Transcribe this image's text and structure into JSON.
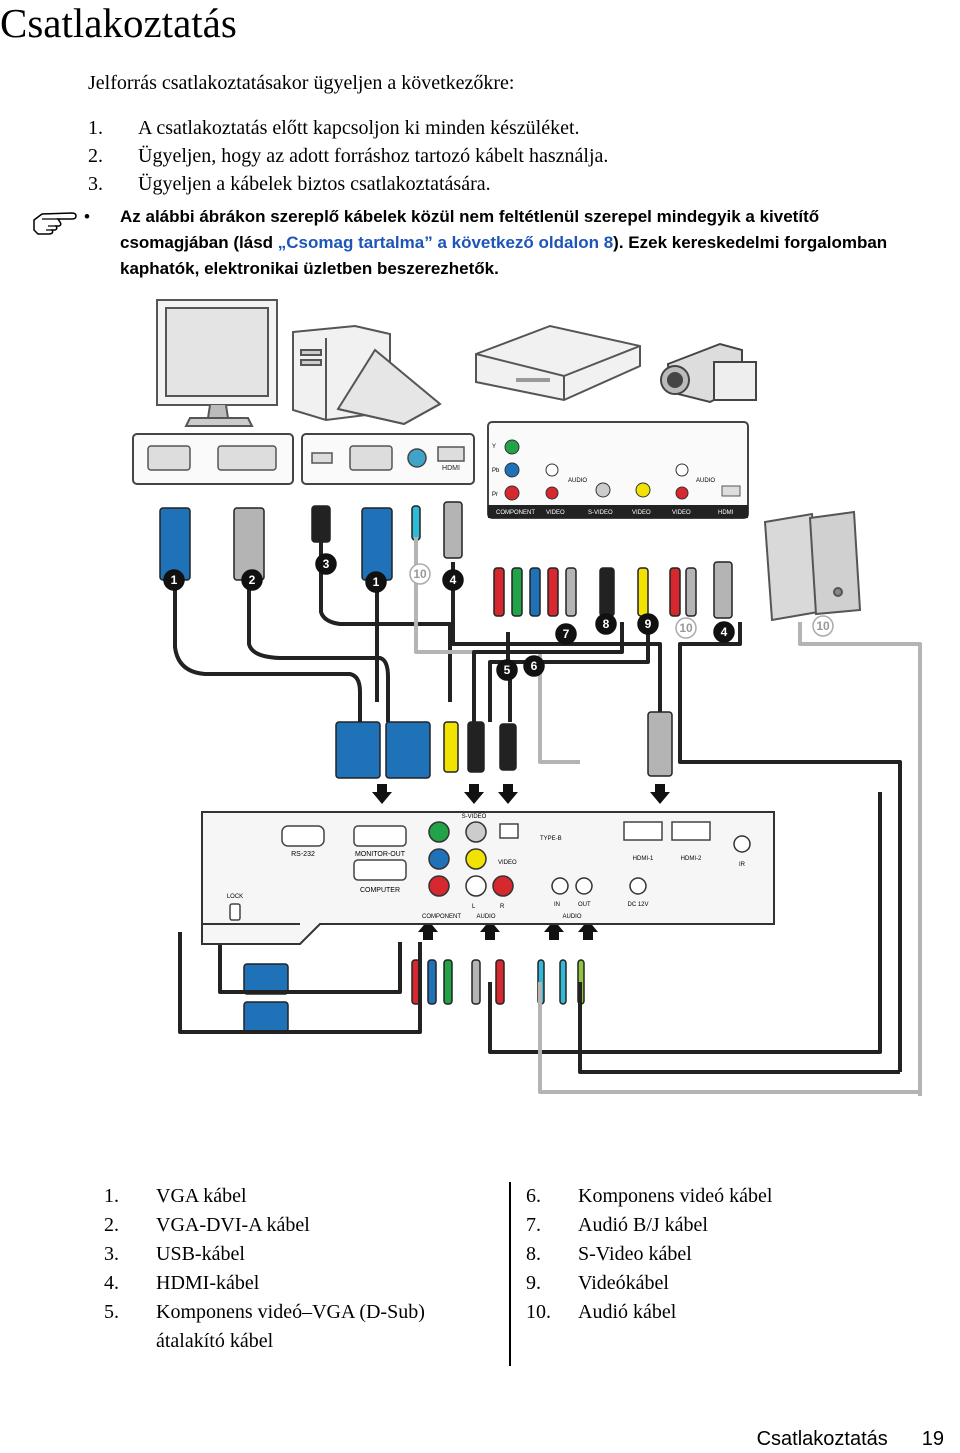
{
  "page": {
    "title": "Csatlakoztatás",
    "intro": "Jelforrás csatlakoztatásakor ügyeljen a következőkre:",
    "steps": [
      {
        "num": "1.",
        "text": "A csatlakoztatás előtt kapcsoljon ki minden készüléket."
      },
      {
        "num": "2.",
        "text": "Ügyeljen, hogy az adott forráshoz tartozó kábelt használja."
      },
      {
        "num": "3.",
        "text": "Ügyeljen a kábelek biztos csatlakoztatására."
      }
    ],
    "note": {
      "icon": "pointing-hand-icon",
      "bullet": "•",
      "before": "Az alábbi ábrákon szereplő kábelek közül nem feltétlenül szerepel mindegyik a kivetítő csomagjában (lásd ",
      "link": "„Csomag tartalma” a következő oldalon 8",
      "after": "). Ezek kereskedelmi forgalomban kaphatók, elektronikai üzletben beszerezhetők.",
      "link_color": "#1d55b8"
    },
    "legend_left": [
      {
        "num": "1.",
        "text": "VGA kábel"
      },
      {
        "num": "2.",
        "text": "VGA-DVI-A kábel"
      },
      {
        "num": "3.",
        "text": "USB-kábel"
      },
      {
        "num": "4.",
        "text": "HDMI-kábel"
      },
      {
        "num": "5.",
        "text": "Komponens videó–VGA (D-Sub) átalakító kábel"
      }
    ],
    "legend_right": [
      {
        "num": "6.",
        "text": "Komponens videó kábel"
      },
      {
        "num": "7.",
        "text": "Audió B/J kábel"
      },
      {
        "num": "8.",
        "text": "S-Video kábel"
      },
      {
        "num": "9.",
        "text": "Videókábel"
      },
      {
        "num": "10.",
        "text": "Audió kábel"
      }
    ],
    "footer": {
      "section": "Csatlakoztatás",
      "page_number": "19"
    }
  },
  "diagram": {
    "devices": [
      "monitor-icon",
      "desktop-pc-icon",
      "laptop-icon",
      "dvd-player-icon",
      "camcorder-icon",
      "speakers-icon",
      "projector-icon"
    ],
    "top_port_labels": [
      "HDMI",
      "Y",
      "Pb",
      "Pr",
      "AUDIO",
      "AUDIO",
      "COMPONENT",
      "VIDEO",
      "S-VIDEO",
      "VIDEO",
      "VIDEO",
      "HDMI"
    ],
    "projector_labels": [
      "RS-232",
      "MONITOR-OUT",
      "COMPUTER",
      "S-VIDEO",
      "TYPE-B",
      "VIDEO",
      "COMPONENT",
      "L",
      "R",
      "AUDIO",
      "IN",
      "OUT",
      "AUDIO",
      "DC 12V",
      "HDMI-1",
      "HDMI-2",
      "IR",
      "LOCK"
    ],
    "callouts": [
      "1",
      "2",
      "3",
      "1",
      "10",
      "4",
      "7",
      "8",
      "9",
      "10",
      "4",
      "10",
      "5",
      "6"
    ],
    "colors": {
      "vga_blue": "#1f72b8",
      "plug_red": "#d7282f",
      "plug_green": "#23a347",
      "plug_yellow": "#f2e200",
      "audio_cyan": "#31b9d6",
      "audio_lime": "#8cc63e",
      "cable_gray": "#b4b4b4",
      "cable_dark": "#222222"
    }
  }
}
